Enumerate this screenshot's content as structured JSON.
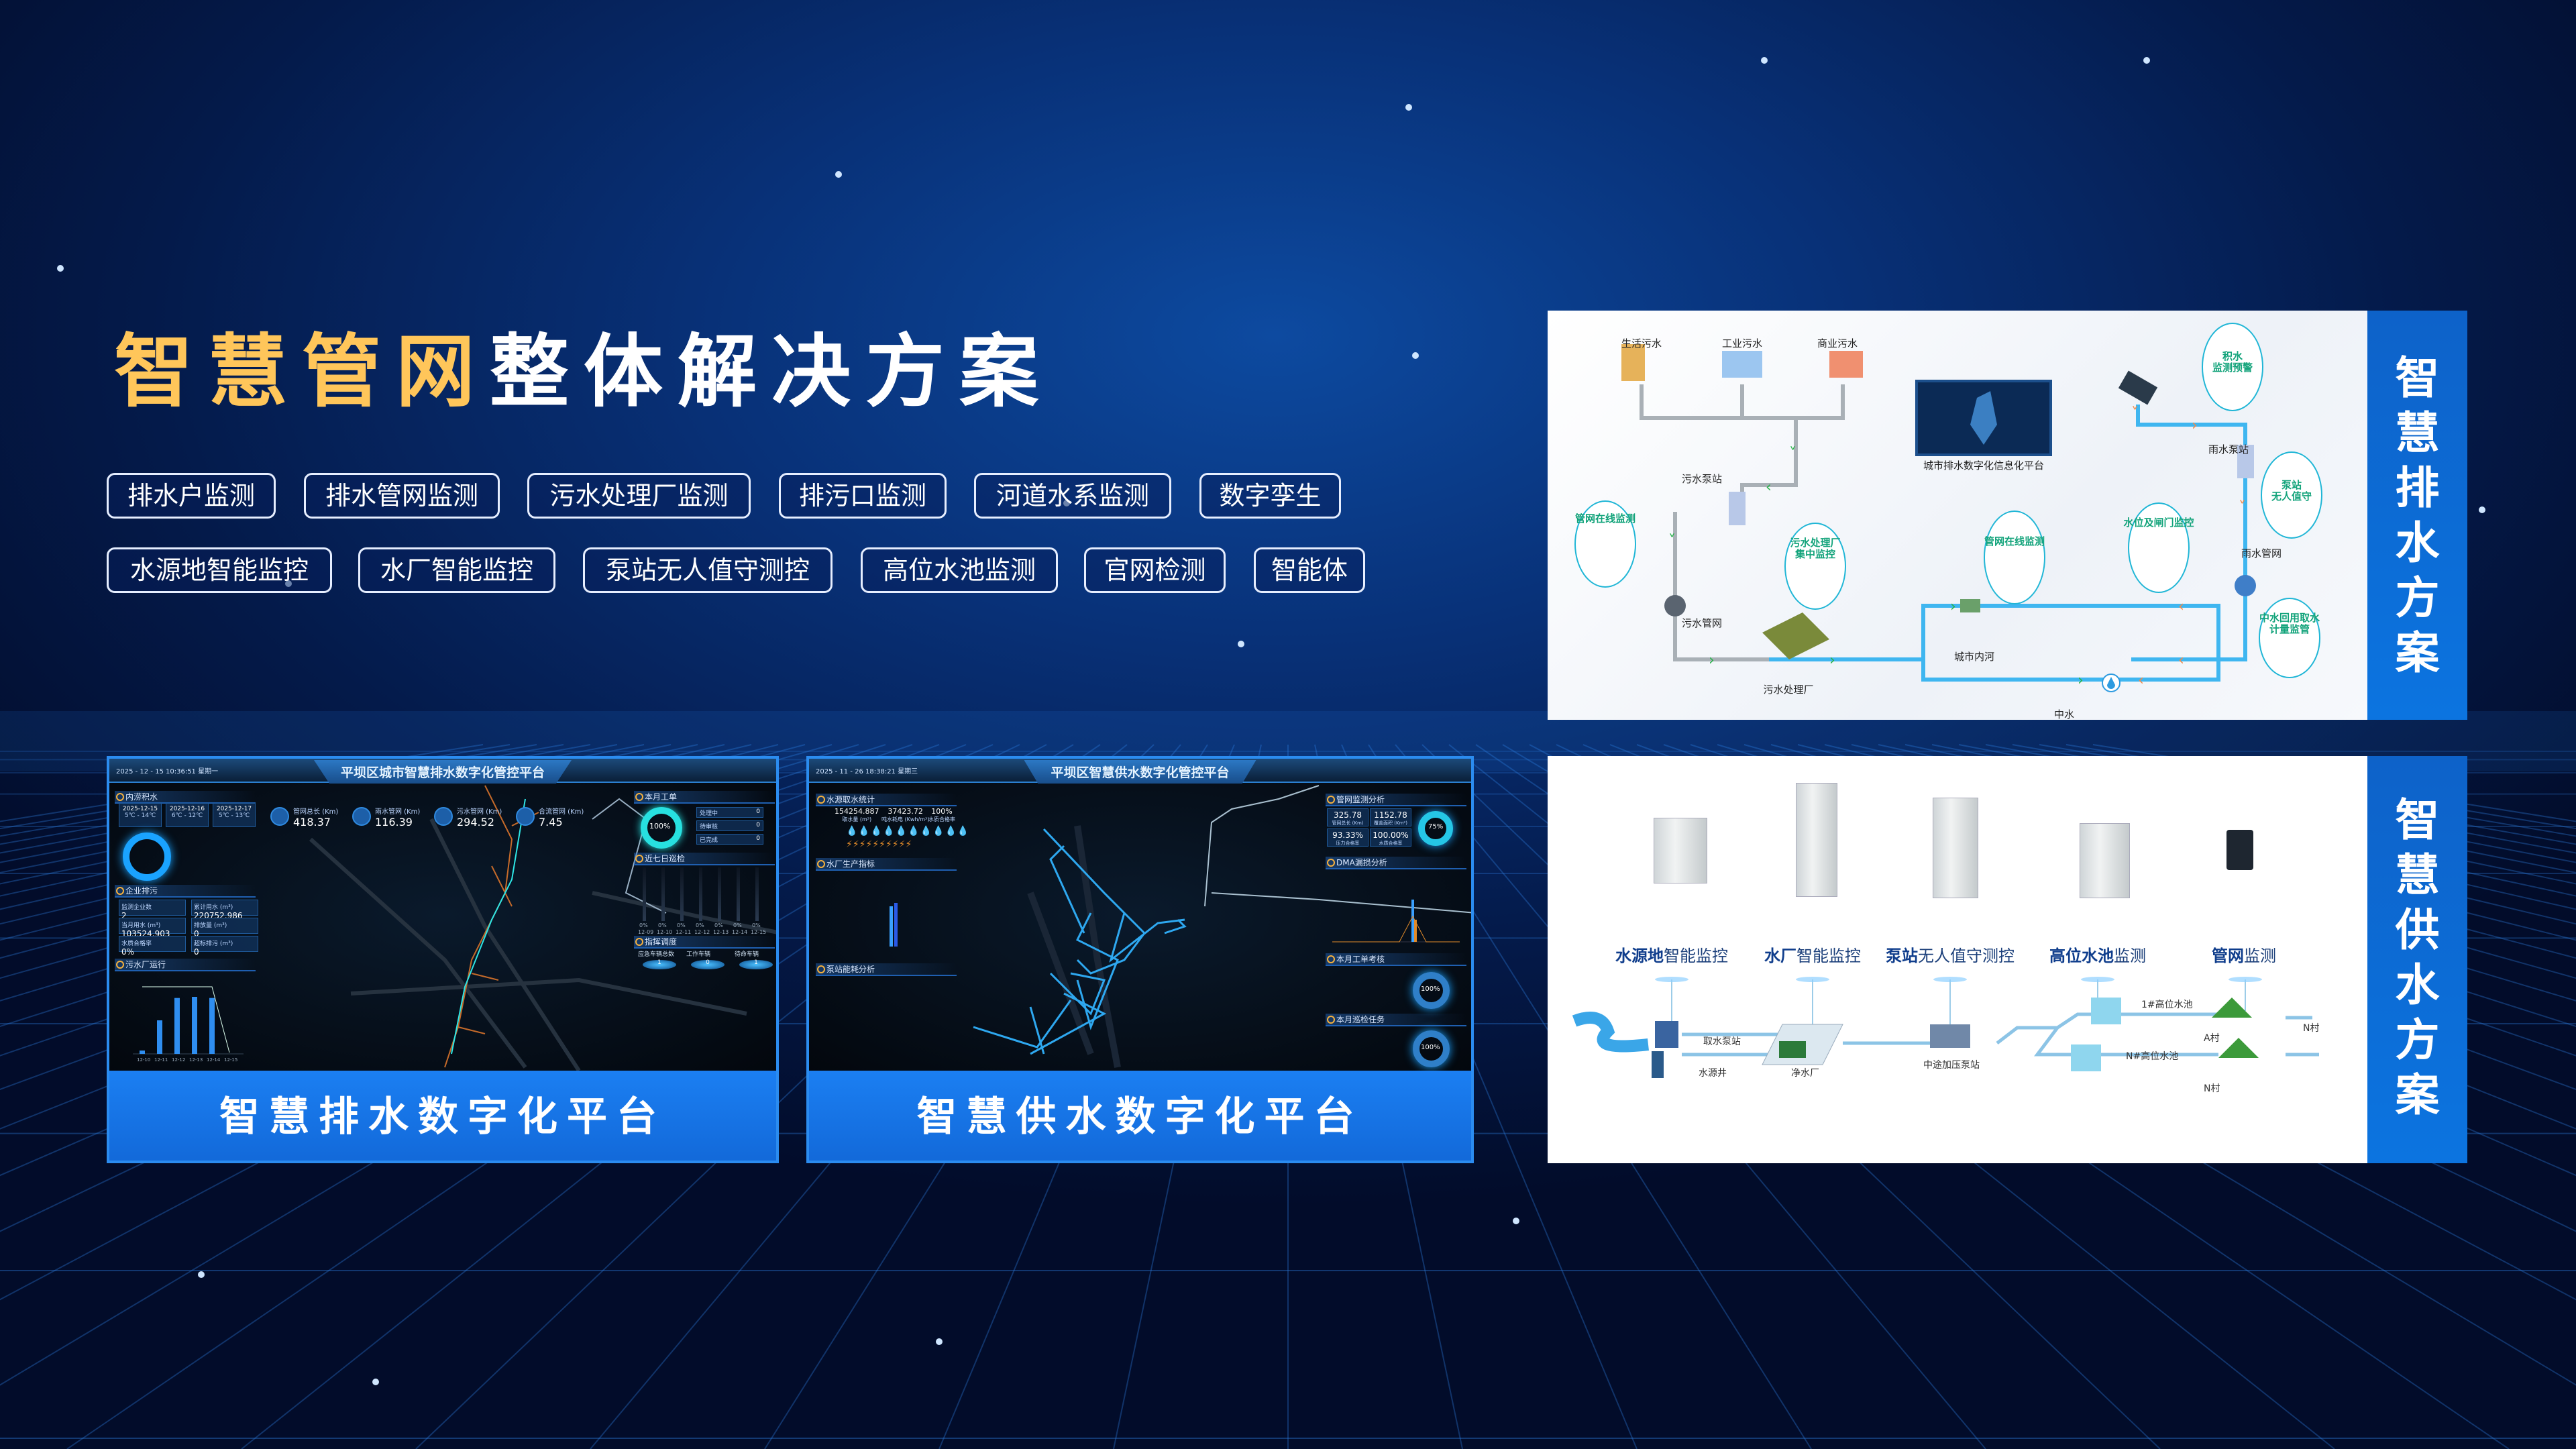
{
  "title": {
    "highlight": "智慧管网",
    "rest": "整体解决方案"
  },
  "tags_row1": [
    "排水户监测",
    "排水管网监测",
    "污水处理厂监测",
    "排污口监测",
    "河道水系监测",
    "数字孪生"
  ],
  "tags_row2": [
    "水源地智能监控",
    "水厂智能监控",
    "泵站无人值守测控",
    "高位水池监测",
    "官网检测",
    "智能体"
  ],
  "drain_dash": {
    "label": "智慧排水数字化平台",
    "title": "平坝区城市智慧排水数字化管控平台",
    "datetime": "2025 - 12 - 15  10:36:51  星期一",
    "sections": [
      "内涝积水",
      "企业排污",
      "污水厂运行",
      "本月工单",
      "近七日巡检",
      "指挥调度"
    ],
    "weather": [
      {
        "date": "2025-12-15",
        "temp": "5℃ - 14℃"
      },
      {
        "date": "2025-12-16",
        "temp": "6℃ - 12℃"
      },
      {
        "date": "2025-12-17",
        "temp": "5℃ - 13℃"
      }
    ],
    "stats": [
      {
        "label": "管网总长 (Km)",
        "value": "418.37"
      },
      {
        "label": "雨水管网 (Km)",
        "value": "116.39"
      },
      {
        "label": "污水管网 (Km)",
        "value": "294.52"
      },
      {
        "label": "合流管网 (Km)",
        "value": "7.45"
      }
    ],
    "enterprise": [
      {
        "label": "监测企业数",
        "value": "2"
      },
      {
        "label": "累计用水 (m³)",
        "value": "220752.986"
      },
      {
        "label": "当月用水 (m³)",
        "value": "103524.903"
      },
      {
        "label": "排放量 (m³)",
        "value": "0"
      },
      {
        "label": "水质合格率",
        "value": "0%"
      },
      {
        "label": "超标排污 (m³)",
        "value": "0"
      }
    ],
    "workorder_rate": "100%",
    "workorders": [
      {
        "label": "处理中",
        "value": "0"
      },
      {
        "label": "待审核",
        "value": "0"
      },
      {
        "label": "已完成",
        "value": "0"
      }
    ],
    "inspection_days": [
      "12-09",
      "12-10",
      "12-11",
      "12-12",
      "12-13",
      "12-14",
      "12-15"
    ],
    "inspection_pct": "0%",
    "dispatch": [
      {
        "label": "应急车辆总数",
        "value": "1"
      },
      {
        "label": "工作车辆",
        "value": "0"
      },
      {
        "label": "待命车辆",
        "value": "1"
      }
    ],
    "plant_chart": {
      "categories": [
        "12-10",
        "12-11",
        "12-12",
        "12-13",
        "12-14",
        "12-15"
      ],
      "values": [
        60,
        600,
        1000,
        1020,
        1000,
        0
      ],
      "ylim": [
        0,
        1200
      ]
    }
  },
  "supply_dash": {
    "label": "智慧供水数字化平台",
    "title": "平坝区智慧供水数字化管控平台",
    "datetime": "2025 - 11 - 26  18:38:21  星期三",
    "sections": [
      "水源取水统计",
      "水厂生产指标",
      "泵站能耗分析",
      "管网监测分析",
      "DMA漏损分析",
      "本月工单考核",
      "本月巡检任务"
    ],
    "source_stats": [
      {
        "label": "取水量 (m³)",
        "value": "154254.887"
      },
      {
        "label": "吨水耗电 (Kwh/m³)",
        "value": "37423.72"
      },
      {
        "label": "水质合格率",
        "value": "100%"
      }
    ],
    "network": [
      {
        "label": "管网总长 (Km)",
        "value": "325.78"
      },
      {
        "label": "覆盖面积 (Km²)",
        "value": "1152.78"
      },
      {
        "label": "压力合格率",
        "value": "93.33%"
      },
      {
        "label": "水质合格率",
        "value": "100.00%"
      }
    ],
    "network_rate": "75%",
    "order_rate": "100%",
    "patrol_rate": "100%"
  },
  "drain_plan": {
    "side_title": "智慧排水方案",
    "labels": [
      "生活污水",
      "工业污水",
      "商业污水",
      "城市排水数字化信息化平台",
      "雨水泵站",
      "污水泵站",
      "雨水管网",
      "污水管网",
      "城市内河",
      "污水处理厂",
      "中水"
    ],
    "callouts": [
      "积水\n监测预警",
      "泵站\n无人值守",
      "管网在线监测",
      "水位及闸门监控",
      "污水处理厂\n集中监控",
      "中水回用取水\n计量监管",
      "管网在线监测"
    ]
  },
  "supply_plan": {
    "side_title": "智慧供水方案",
    "equipment": [
      {
        "bold": "水源地",
        "rest": "智能监控"
      },
      {
        "bold": "水厂",
        "rest": "智能监控"
      },
      {
        "bold": "泵站",
        "rest": "无人值守测控"
      },
      {
        "bold": "高位水池",
        "rest": "监测"
      },
      {
        "bold": "管网",
        "rest": "监测"
      }
    ],
    "labels": [
      "取水泵站",
      "水源井",
      "净水厂",
      "中途加压泵站",
      "1#高位水池",
      "N#高位水池",
      "A村",
      "N村",
      "N村"
    ]
  },
  "colors": {
    "accent_gold": "#ffc65a",
    "panel_blue": "#1b7ff2",
    "bg_navy": "#041a4a"
  }
}
